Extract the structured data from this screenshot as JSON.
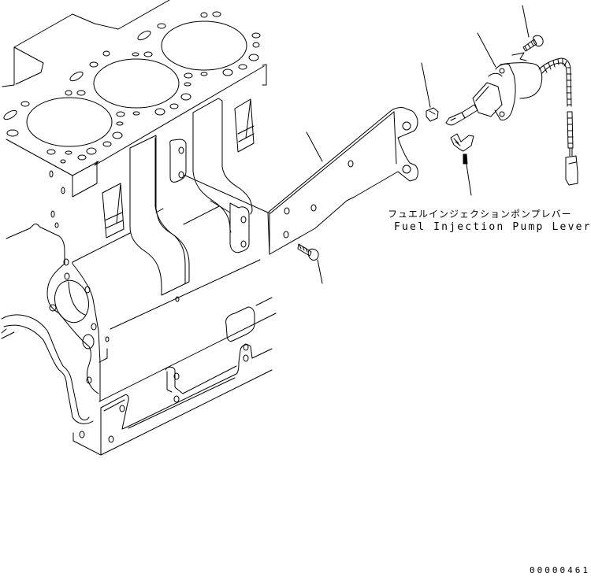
{
  "diagram": {
    "type": "exploded parts illustration",
    "subject": "Engine block with fuel injection pump lever, bracket and stop solenoid",
    "callout": {
      "label_ja": "フュエルインジェクションポンプレバー",
      "label_en": "Fuel Injection Pump Lever"
    },
    "drawing_number": "00000461",
    "parts": [
      {
        "name": "cylinder-block",
        "description": "Engine cylinder block with three visible bores"
      },
      {
        "name": "mounting-bracket",
        "description": "L-shaped bracket"
      },
      {
        "name": "bracket-bolt",
        "description": "Bolt fastening bracket"
      },
      {
        "name": "solenoid",
        "description": "Stop solenoid with wiring harness and connector"
      },
      {
        "name": "solenoid-bolt",
        "description": "Bolt for solenoid"
      },
      {
        "name": "nut",
        "description": "Nut"
      },
      {
        "name": "fuel-injection-pump-lever",
        "description": "Fuel injection pump lever"
      }
    ],
    "colors": {
      "line": "#000000",
      "background": "#ffffff"
    }
  }
}
